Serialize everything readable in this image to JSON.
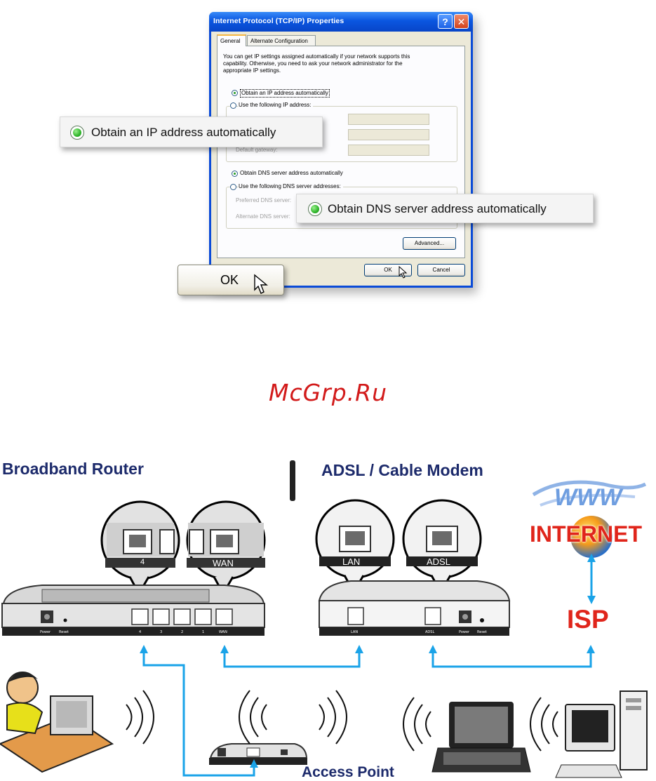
{
  "dialog": {
    "title": "Internet Protocol (TCP/IP) Properties",
    "help_label": "?",
    "close_label": "✕",
    "tabs": [
      {
        "label": "General"
      },
      {
        "label": "Alternate Configuration"
      }
    ],
    "intro": [
      "You can get IP settings assigned automatically if your network supports this",
      "capability. Otherwise, you need to ask your network administrator for the",
      "appropriate IP settings."
    ],
    "ip_auto": "Obtain an IP address automatically",
    "ip_manual": "Use the following IP address:",
    "default_gateway": "Default gateway:",
    "dns_auto": "Obtain DNS server address automatically",
    "dns_manual": "Use the following DNS server addresses:",
    "preferred_dns": "Preferred DNS server:",
    "alternate_dns": "Alternate DNS server:",
    "advanced": "Advanced...",
    "ok": "OK",
    "cancel": "Cancel"
  },
  "callouts": {
    "ip": "Obtain an IP address automatically",
    "dns": "Obtain DNS server address automatically",
    "ok": "OK"
  },
  "watermark": "McGrp.Ru",
  "network": {
    "router_label": "Broadband Router",
    "modem_label": "ADSL / Cable Modem",
    "internet_label": "INTERNET",
    "www_label": "WWW",
    "isp_label": "ISP",
    "ap_label": "Access Point",
    "zoom_router_port": "4",
    "zoom_router_wan": "WAN",
    "zoom_modem_lan": "LAN",
    "zoom_modem_adsl": "ADSL",
    "router_power": "Power",
    "router_reset": "Reset",
    "router_ports": [
      "4",
      "3",
      "2",
      "1",
      "WAN"
    ],
    "modem_lan": "LAN",
    "modem_adsl": "ADSL",
    "modem_power": "Power",
    "modem_reset": "Reset"
  },
  "colors": {
    "link": "#1aa3e8",
    "title_text": "#1c2a6b",
    "accent_red": "#e0251b"
  }
}
